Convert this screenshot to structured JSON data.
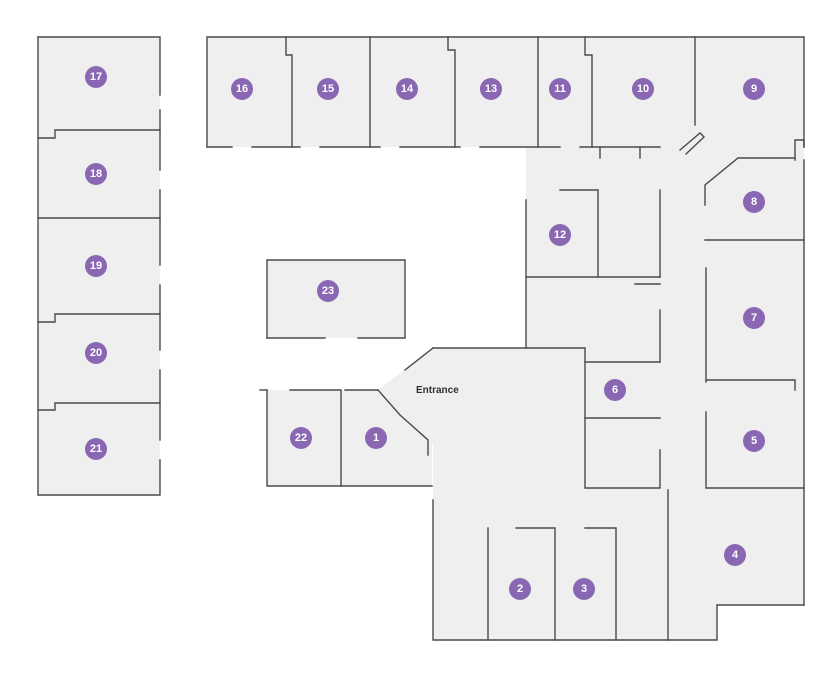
{
  "floorplan": {
    "entrance_label": "Entrance",
    "rooms": [
      {
        "id": "room-1",
        "label": "1"
      },
      {
        "id": "room-2",
        "label": "2"
      },
      {
        "id": "room-3",
        "label": "3"
      },
      {
        "id": "room-4",
        "label": "4"
      },
      {
        "id": "room-5",
        "label": "5"
      },
      {
        "id": "room-6",
        "label": "6"
      },
      {
        "id": "room-7",
        "label": "7"
      },
      {
        "id": "room-8",
        "label": "8"
      },
      {
        "id": "room-9",
        "label": "9"
      },
      {
        "id": "room-10",
        "label": "10"
      },
      {
        "id": "room-11",
        "label": "11"
      },
      {
        "id": "room-12",
        "label": "12"
      },
      {
        "id": "room-13",
        "label": "13"
      },
      {
        "id": "room-14",
        "label": "14"
      },
      {
        "id": "room-15",
        "label": "15"
      },
      {
        "id": "room-16",
        "label": "16"
      },
      {
        "id": "room-17",
        "label": "17"
      },
      {
        "id": "room-18",
        "label": "18"
      },
      {
        "id": "room-19",
        "label": "19"
      },
      {
        "id": "room-20",
        "label": "20"
      },
      {
        "id": "room-21",
        "label": "21"
      },
      {
        "id": "room-22",
        "label": "22"
      },
      {
        "id": "room-23",
        "label": "23"
      }
    ],
    "colors": {
      "badge": "#8a67b2",
      "floor": "#efefef",
      "wall": "#4a4a4a"
    }
  }
}
